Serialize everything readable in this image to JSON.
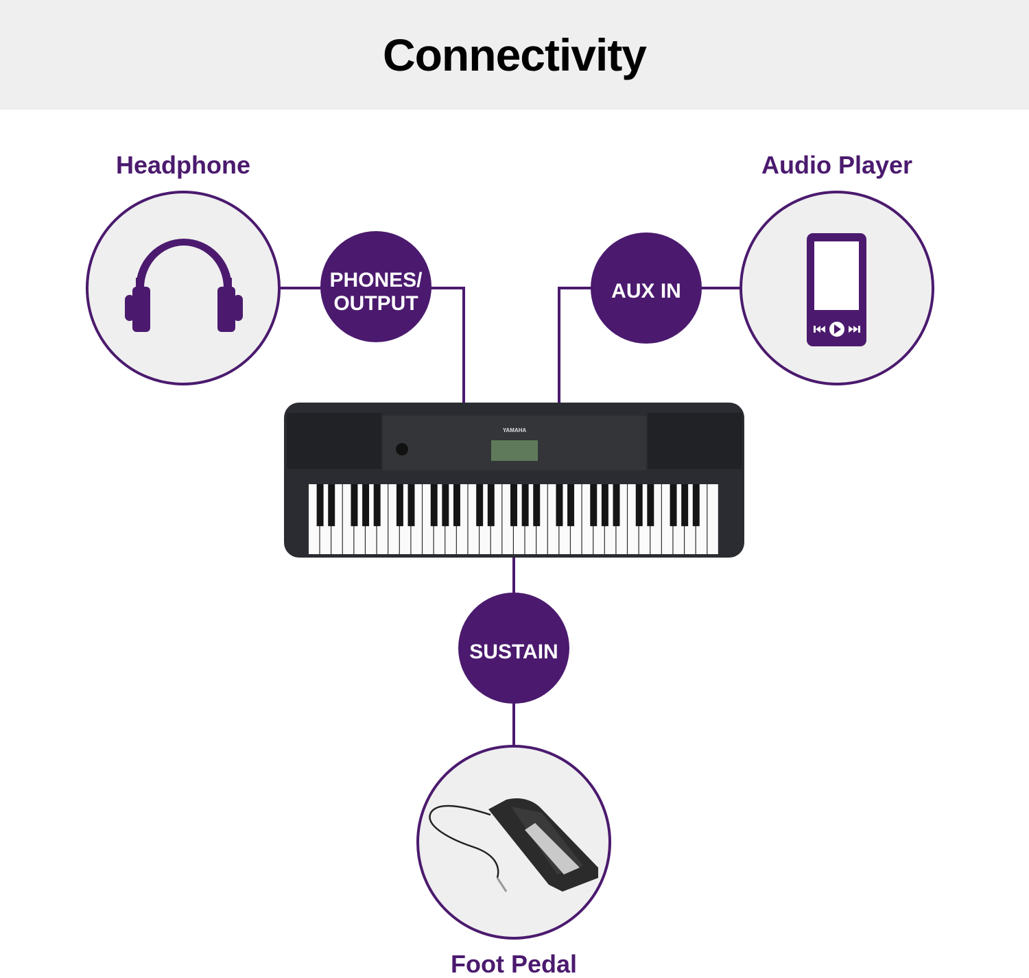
{
  "title": "Connectivity",
  "colors": {
    "accent": "#4b1a6e",
    "circle_fill": "#efefef",
    "keyboard_body": "#2a2c31"
  },
  "devices": {
    "headphone": {
      "label": "Headphone",
      "icon": "headphones-icon"
    },
    "audio_player": {
      "label": "Audio Player",
      "icon": "media-player-icon"
    },
    "foot_pedal": {
      "label": "Foot Pedal",
      "icon": "sustain-pedal-image"
    }
  },
  "ports": {
    "phones_line1": "PHONES/",
    "phones_line2": "OUTPUT",
    "aux_in": "AUX IN",
    "sustain": "SUSTAIN"
  },
  "keyboard": {
    "brand": "YAMAHA",
    "white_keys": 36
  }
}
